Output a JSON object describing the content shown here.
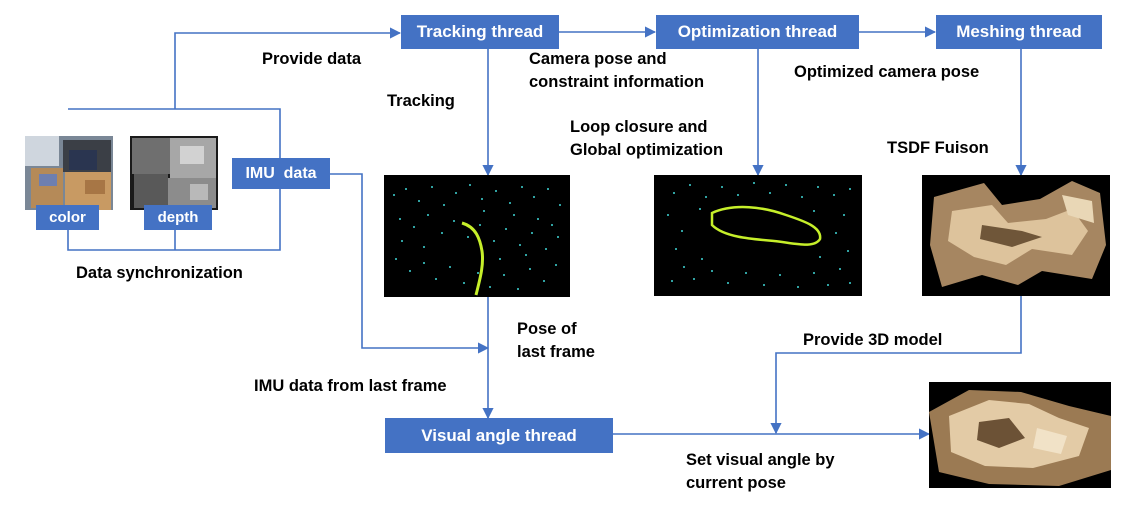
{
  "threads": {
    "tracking": "Tracking thread",
    "optimization": "Optimization thread",
    "meshing": "Meshing thread",
    "visual_angle": "Visual angle thread"
  },
  "inputs": {
    "color": "color",
    "depth": "depth",
    "imu": "IMU  data"
  },
  "labels": {
    "provide_data": "Provide data",
    "camera_pose_l1": "Camera pose and",
    "camera_pose_l2": "constraint information",
    "optimized_pose": "Optimized camera pose",
    "tracking": "Tracking",
    "loop_l1": "Loop closure and",
    "loop_l2": "Global optimization",
    "tsdf": "TSDF Fuison",
    "data_sync": "Data synchronization",
    "pose_l1": "Pose of",
    "pose_l2": "last frame",
    "provide_3d": "Provide 3D model",
    "imu_last": "IMU data from last frame",
    "set_angle_l1": "Set visual angle by",
    "set_angle_l2": "current pose"
  },
  "colors": {
    "box_fill": "#4472c4",
    "arrow": "#4472c4",
    "point_cloud": "#3fd6d6",
    "trajectory": "#c6ef2a",
    "mesh": "#c9a981"
  },
  "icons": {
    "color_image": "rgb-frame-image",
    "depth_image": "depth-frame-image",
    "tracking_view": "point-cloud-tracking-image",
    "optimization_view": "point-cloud-loop-image",
    "meshing_view": "tsdf-mesh-image",
    "final_view": "rendered-model-image"
  }
}
